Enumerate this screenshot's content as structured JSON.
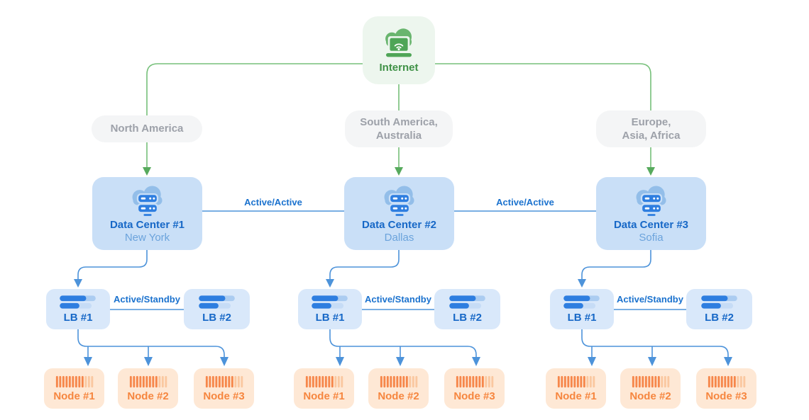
{
  "internet": {
    "label": "Internet"
  },
  "regions": [
    {
      "line1": "North America",
      "line2": ""
    },
    {
      "line1": "South America,",
      "line2": "Australia"
    },
    {
      "line1": "Europe,",
      "line2": "Asia, Africa"
    }
  ],
  "links": {
    "dc_dc_label": "Active/Active",
    "lb_lb_label": "Active/Standby"
  },
  "datacenters": [
    {
      "name": "Data Center #1",
      "location": "New York",
      "load_balancers": [
        {
          "label": "LB #1"
        },
        {
          "label": "LB #2"
        }
      ],
      "nodes": [
        {
          "label": "Node #1"
        },
        {
          "label": "Node #2"
        },
        {
          "label": "Node #3"
        }
      ]
    },
    {
      "name": "Data Center #2",
      "location": "Dallas",
      "load_balancers": [
        {
          "label": "LB #1"
        },
        {
          "label": "LB #2"
        }
      ],
      "nodes": [
        {
          "label": "Node #1"
        },
        {
          "label": "Node #2"
        },
        {
          "label": "Node #3"
        }
      ]
    },
    {
      "name": "Data Center #3",
      "location": "Sofia",
      "load_balancers": [
        {
          "label": "LB #1"
        },
        {
          "label": "LB #2"
        }
      ],
      "nodes": [
        {
          "label": "Node #1"
        },
        {
          "label": "Node #2"
        },
        {
          "label": "Node #3"
        }
      ]
    }
  ],
  "colors": {
    "green_accent": "#57AA5D",
    "green_line": "#76C07A",
    "green_text": "#3F9146",
    "green_bg": "#EDF6EE",
    "gray_pill_bg": "#F4F5F6",
    "gray_text": "#9DA1A9",
    "blue_line": "#4D93DA",
    "blue_text": "#1B72CE",
    "dc_box_bg": "#C9DFF7",
    "lb_box_bg": "#D9E8FA",
    "blue_icon": "#2E7EE0",
    "blue_cloud": "#93BEE9",
    "orange_text": "#F6863F",
    "node_box_bg": "#FEE8D5",
    "orange_icon": "#F6874B"
  }
}
